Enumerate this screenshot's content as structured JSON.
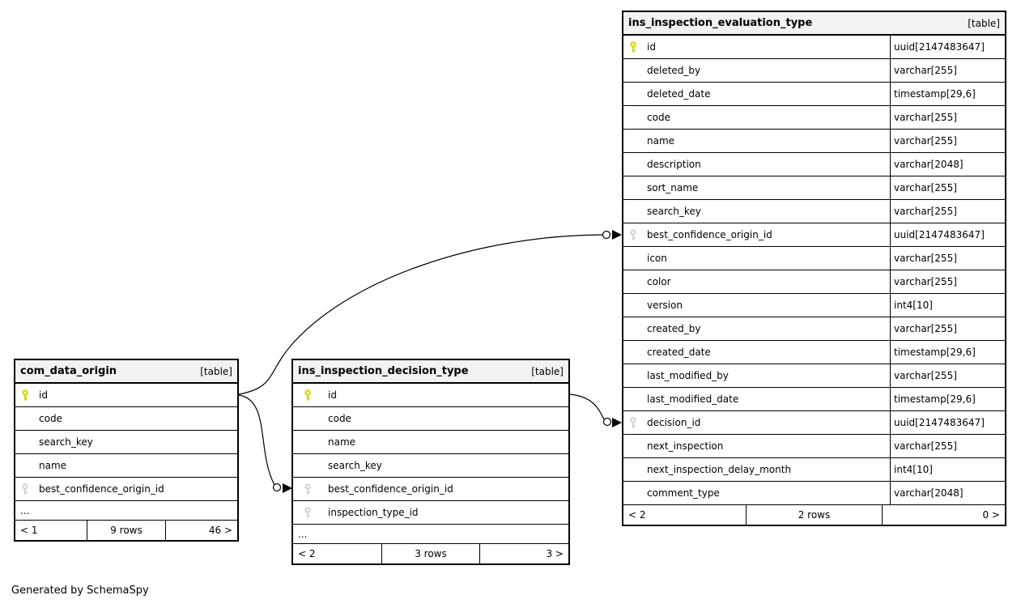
{
  "credit": "Generated by SchemaSpy",
  "colors": {
    "pk_key": "#d6d600",
    "fk_key": "#d4d4d4",
    "header_bg": "#f2f2f2",
    "line": "#000000"
  },
  "relations": [
    {
      "from": "com_data_origin.id",
      "to": "ins_inspection_evaluation_type.best_confidence_origin_id"
    },
    {
      "from": "com_data_origin.id",
      "to": "ins_inspection_decision_type.best_confidence_origin_id"
    },
    {
      "from": "ins_inspection_decision_type.id",
      "to": "ins_inspection_evaluation_type.decision_id"
    }
  ],
  "tables": [
    {
      "name": "com_data_origin",
      "tag": "[table]",
      "show_types": false,
      "columns": [
        {
          "name": "id",
          "key": "pk"
        },
        {
          "name": "code"
        },
        {
          "name": "search_key"
        },
        {
          "name": "name"
        },
        {
          "name": "best_confidence_origin_id",
          "key": "fk"
        },
        {
          "name": "...",
          "ellipsis": true
        }
      ],
      "footer": {
        "left": "< 1",
        "center": "9 rows",
        "right": "46 >"
      }
    },
    {
      "name": "ins_inspection_decision_type",
      "tag": "[table]",
      "show_types": false,
      "columns": [
        {
          "name": "id",
          "key": "pk"
        },
        {
          "name": "code"
        },
        {
          "name": "name"
        },
        {
          "name": "search_key"
        },
        {
          "name": "best_confidence_origin_id",
          "key": "fk"
        },
        {
          "name": "inspection_type_id",
          "key": "fk"
        },
        {
          "name": "...",
          "ellipsis": true
        }
      ],
      "footer": {
        "left": "< 2",
        "center": "3 rows",
        "right": "3 >"
      }
    },
    {
      "name": "ins_inspection_evaluation_type",
      "tag": "[table]",
      "show_types": true,
      "columns": [
        {
          "name": "id",
          "key": "pk",
          "type": "uuid[2147483647]"
        },
        {
          "name": "deleted_by",
          "type": "varchar[255]"
        },
        {
          "name": "deleted_date",
          "type": "timestamp[29,6]"
        },
        {
          "name": "code",
          "type": "varchar[255]"
        },
        {
          "name": "name",
          "type": "varchar[255]"
        },
        {
          "name": "description",
          "type": "varchar[2048]"
        },
        {
          "name": "sort_name",
          "type": "varchar[255]"
        },
        {
          "name": "search_key",
          "type": "varchar[255]"
        },
        {
          "name": "best_confidence_origin_id",
          "key": "fk",
          "type": "uuid[2147483647]"
        },
        {
          "name": "icon",
          "type": "varchar[255]"
        },
        {
          "name": "color",
          "type": "varchar[255]"
        },
        {
          "name": "version",
          "type": "int4[10]"
        },
        {
          "name": "created_by",
          "type": "varchar[255]"
        },
        {
          "name": "created_date",
          "type": "timestamp[29,6]"
        },
        {
          "name": "last_modified_by",
          "type": "varchar[255]"
        },
        {
          "name": "last_modified_date",
          "type": "timestamp[29,6]"
        },
        {
          "name": "decision_id",
          "key": "fk",
          "type": "uuid[2147483647]"
        },
        {
          "name": "next_inspection",
          "type": "varchar[255]"
        },
        {
          "name": "next_inspection_delay_month",
          "type": "int4[10]"
        },
        {
          "name": "comment_type",
          "type": "varchar[2048]"
        }
      ],
      "footer": {
        "left": "< 2",
        "center": "2 rows",
        "right": "0 >"
      }
    }
  ]
}
